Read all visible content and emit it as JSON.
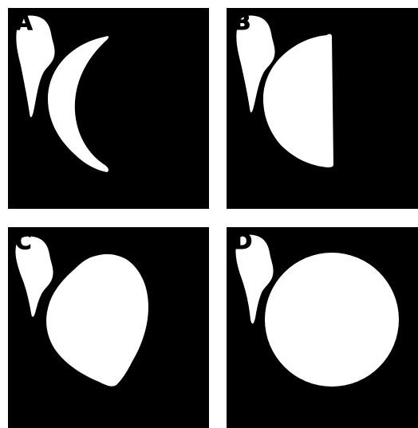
{
  "panels": [
    {
      "id": "A",
      "label": "A"
    },
    {
      "id": "B",
      "label": "B"
    },
    {
      "id": "C",
      "label": "C"
    },
    {
      "id": "D",
      "label": "D"
    }
  ],
  "colors": {
    "background": "#000000",
    "shape": "#ffffff",
    "page": "#ffffff"
  }
}
